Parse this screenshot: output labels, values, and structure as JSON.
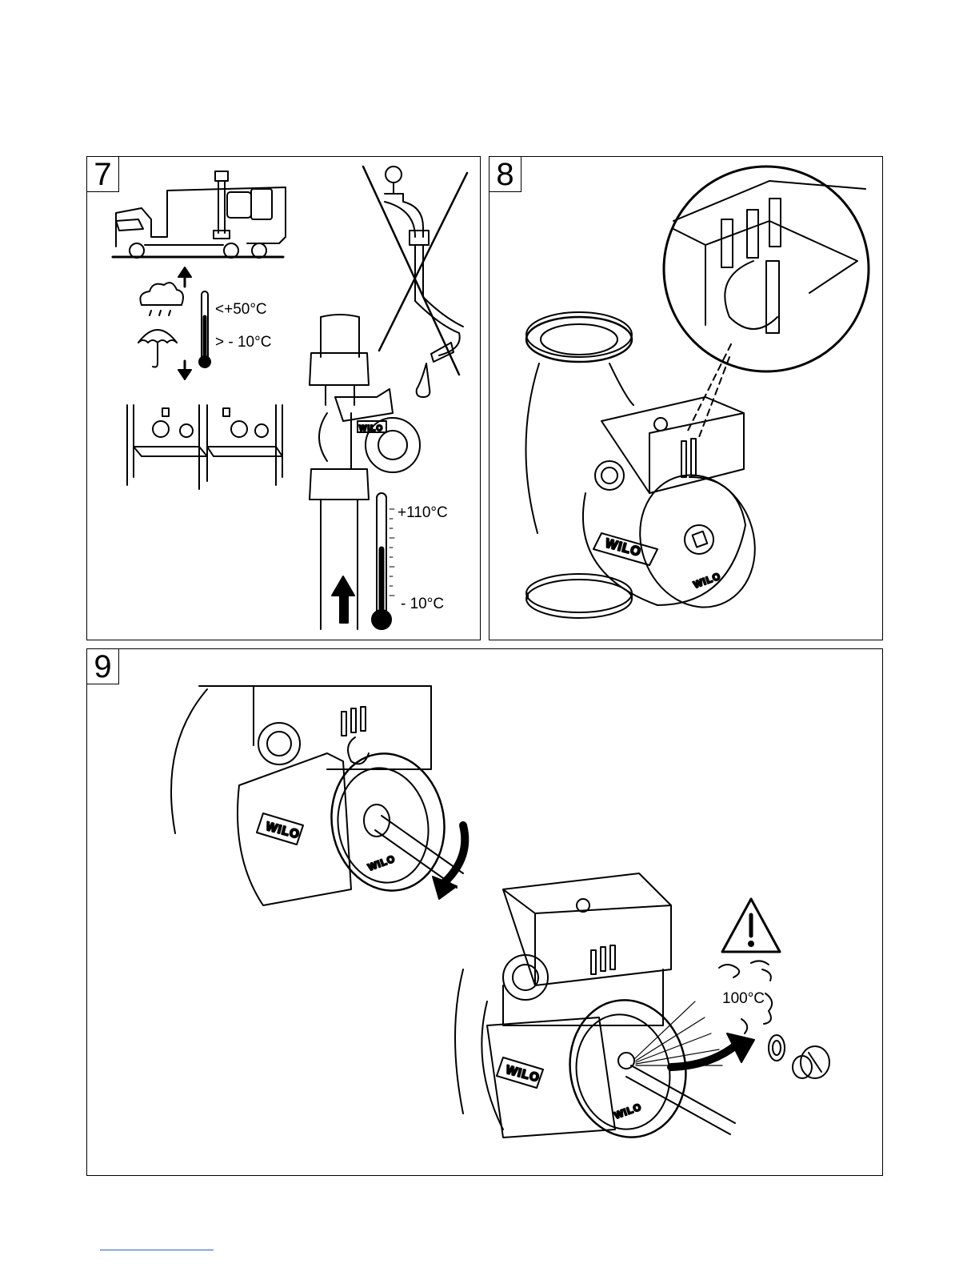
{
  "panels": [
    {
      "number": "7",
      "temps": {
        "storage_max": "<+50°C",
        "storage_min": "> - 10°C",
        "fluid_max": "+110°C",
        "fluid_min": "- 10°C"
      }
    },
    {
      "number": "8"
    },
    {
      "number": "9",
      "hot_water_temp": "100°C"
    }
  ],
  "brand_label": "WILO",
  "icons": {
    "panel7": [
      "truck-icon",
      "pump-icon",
      "rain-cloud-icon",
      "umbrella-icon",
      "thermometer-icon",
      "shelf-icon",
      "pipe-icon",
      "drip-icon",
      "flow-arrow-icon"
    ],
    "panel8": [
      "magnifier-circle-icon",
      "pump-icon"
    ],
    "panel9": [
      "screwdriver-icon",
      "rotate-arrow-icon",
      "warning-triangle-icon",
      "steam-icon",
      "plug-screw-icon"
    ]
  }
}
